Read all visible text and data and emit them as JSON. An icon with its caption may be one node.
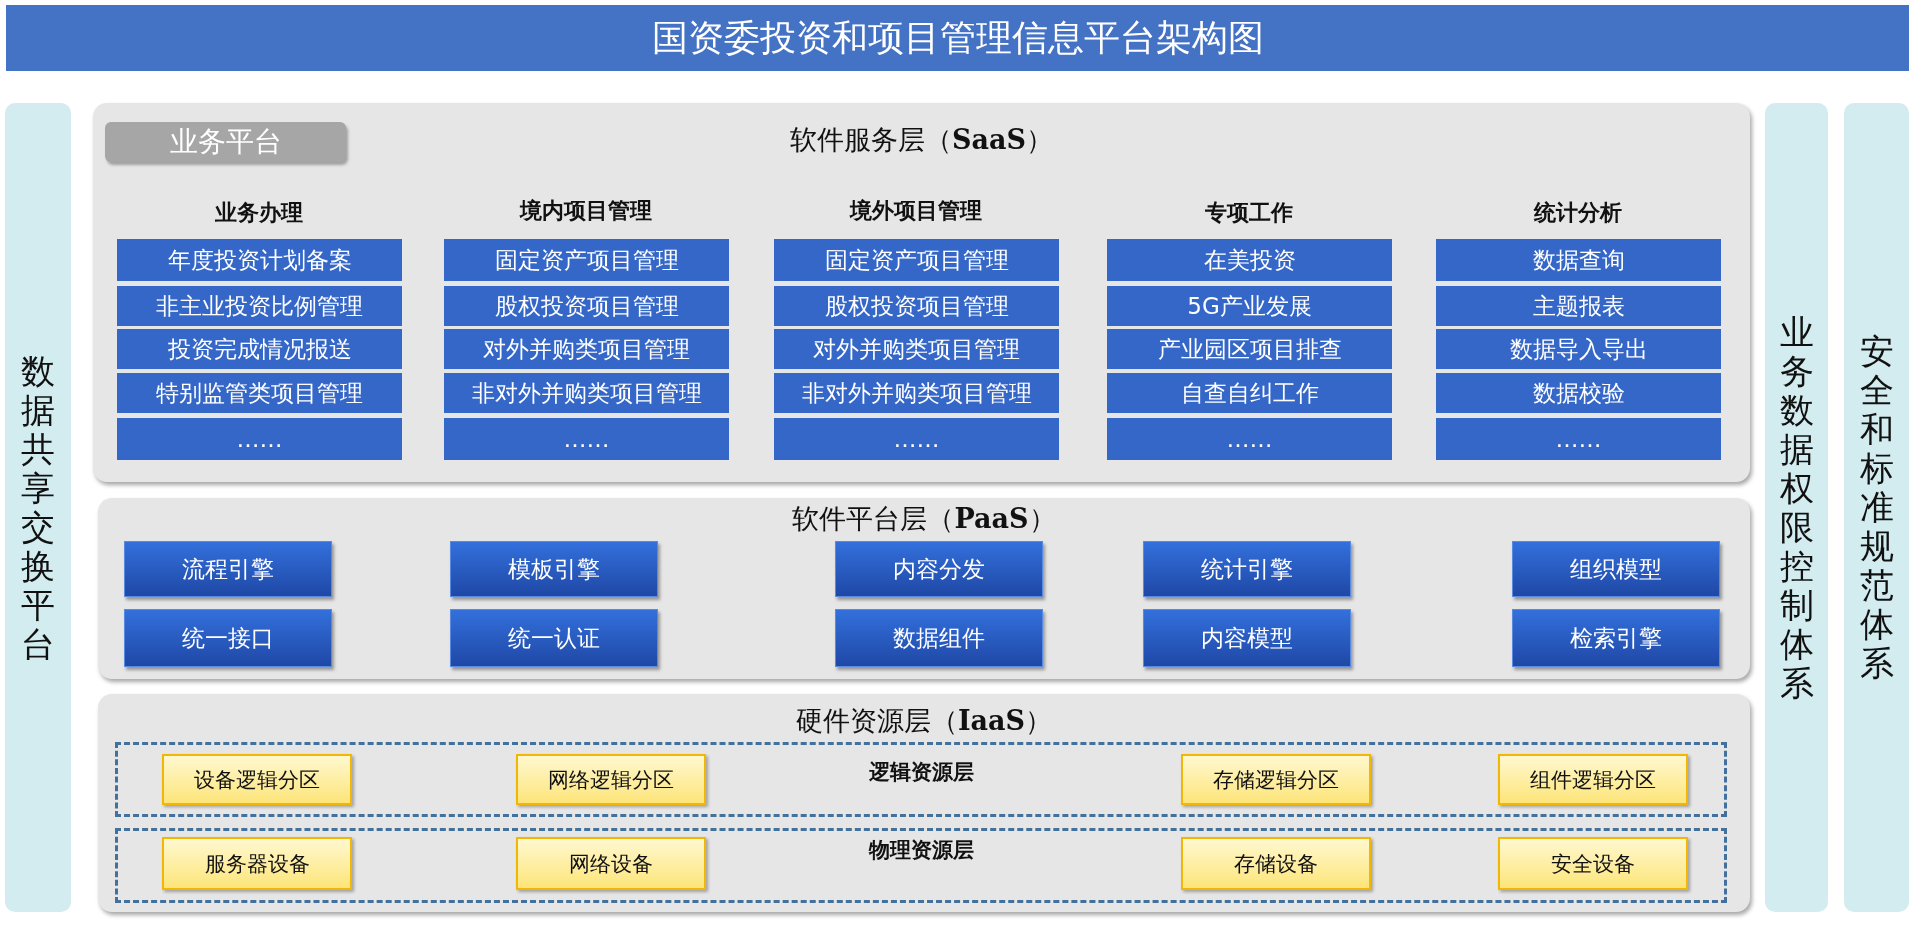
{
  "diagram": {
    "title": "国资委投资和项目管理信息平台架构图",
    "nodes": [
      {
        "text": [
          "数据共享交换平台"
        ]
      },
      {
        "text": [
          "软件服务层（**SaaS**）"
        ]
      },
      {
        "text": [
          "业务平台"
        ],
        "in": 1
      },
      {
        "text": [
          "年度投资计划备案"
        ],
        "in": 1
      },
      {
        "text": [
          "非主业投资比例管理"
        ],
        "in": 1
      },
      {
        "text": [
          "投资完成情况报送"
        ],
        "in": 1
      },
      {
        "text": [
          "特别监管类项目管理"
        ],
        "in": 1
      },
      {
        "text": [
          "……"
        ],
        "in": 1
      },
      {
        "text": [
          "固定资产项目管理"
        ],
        "in": 1
      },
      {
        "text": [
          "股权投资项目管理"
        ],
        "in": 1
      },
      {
        "text": [
          "对外并购类项目管理"
        ],
        "in": 1
      },
      {
        "text": [
          "非对外并购类项目管理"
        ],
        "in": 1
      },
      {
        "text": [
          "……"
        ],
        "in": 1
      },
      {
        "text": [
          "固定资产项目管理"
        ],
        "in": 1
      },
      {
        "text": [
          "股权投资项目管理"
        ],
        "in": 1
      },
      {
        "text": [
          "对外并购类项目管理"
        ],
        "in": 1
      },
      {
        "text": [
          "非对外并购类项目管理"
        ],
        "in": 1
      },
      {
        "text": [
          "……"
        ],
        "in": 1
      },
      {
        "text": [
          "在美投资"
        ],
        "in": 1
      },
      {
        "text": [
          "5G产业发展"
        ],
        "in": 1
      },
      {
        "text": [
          "产业园区项目排查"
        ],
        "in": 1
      },
      {
        "text": [
          "自查自纠工作"
        ],
        "in": 1
      },
      {
        "text": [
          "……"
        ],
        "in": 1
      },
      {
        "text": [
          "数据查询"
        ],
        "in": 1
      },
      {
        "text": [
          "主题报表"
        ],
        "in": 1
      },
      {
        "text": [
          "数据导入导出"
        ],
        "in": 1
      },
      {
        "text": [
          "数据校验"
        ],
        "in": 1
      },
      {
        "text": [
          "……"
        ],
        "in": 1
      },
      {
        "text": [
          "软件平台层（**PaaS**）"
        ]
      },
      {
        "text": [
          "流程引擎"
        ],
        "in": 28
      },
      {
        "text": [
          "模板引擎"
        ],
        "in": 28
      },
      {
        "text": [
          "内容分发"
        ],
        "in": 28
      },
      {
        "text": [
          "统计引擎"
        ],
        "in": 28
      },
      {
        "text": [
          "组织模型"
        ],
        "in": 28
      },
      {
        "text": [
          "统一接口"
        ],
        "in": 28
      },
      {
        "text": [
          "统一认证"
        ],
        "in": 28
      },
      {
        "text": [
          "数据组件"
        ],
        "in": 28
      },
      {
        "text": [
          "内容模型"
        ],
        "in": 28
      },
      {
        "text": [
          "检索引擎"
        ],
        "in": 28
      },
      {
        "text": [
          "硬件资源层（**IaaS**）"
        ]
      },
      {
        "text": [
          "逻辑资源层"
        ],
        "in": 39
      },
      {
        "text": [
          "设备逻辑分区"
        ],
        "in": 40
      },
      {
        "text": [
          "网络逻辑分区"
        ],
        "in": 40
      },
      {
        "text": [
          "存储逻辑分区"
        ],
        "in": 40
      },
      {
        "text": [
          "组件逻辑分区"
        ],
        "in": 40
      },
      {
        "text": [
          "物理资源层"
        ],
        "in": 39
      },
      {
        "text": [
          "服务器设备"
        ],
        "in": 45
      },
      {
        "text": [
          "网络设备"
        ],
        "in": 45
      },
      {
        "text": [
          "存储设备"
        ],
        "in": 45
      },
      {
        "text": [
          "安全设备"
        ],
        "in": 45
      },
      {
        "text": [
          "业务数据权限控制体系"
        ]
      },
      {
        "text": [
          "安全和标准规范体系"
        ]
      }
    ],
    "labels": [
      "业务办理",
      "境内项目管理",
      "境外项目管理",
      "专项工作",
      "统计分析"
    ]
  }
}
